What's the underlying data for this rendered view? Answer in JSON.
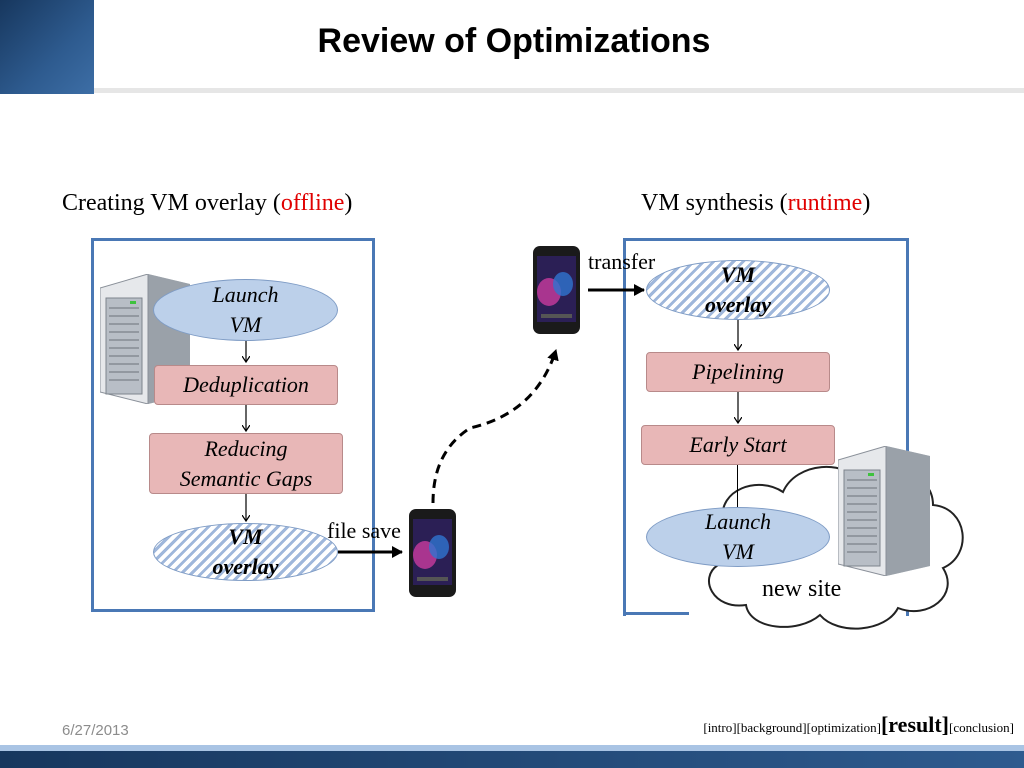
{
  "slide": {
    "title": "Review of Optimizations",
    "date": "6/27/2013"
  },
  "left_panel": {
    "caption_prefix": "Creating VM overlay (",
    "caption_highlight": "offline",
    "caption_suffix": ")",
    "launch_vm": "Launch\nVM",
    "deduplication": "Deduplication",
    "reducing_gaps": "Reducing\nSemantic Gaps",
    "vm_overlay": "VM\noverlay"
  },
  "right_panel": {
    "caption_prefix": "VM synthesis (",
    "caption_highlight": "runtime",
    "caption_suffix": ")",
    "vm_overlay": "VM\noverlay",
    "pipelining": "Pipelining",
    "early_start": "Early Start",
    "launch_vm": "Launch\nVM",
    "new_site": "new site"
  },
  "labels": {
    "file_save": "file save",
    "transfer": "transfer"
  },
  "nav": {
    "intro": "[intro]",
    "background": "[background]",
    "optimization": "[optimization]",
    "result": "[result]",
    "conclusion": "[conclusion]"
  },
  "colors": {
    "highlight": "#e00000",
    "panel_border": "#4a78b5",
    "ellipse_fill": "#bcd0ea",
    "rect_fill": "#e8b7b7"
  },
  "icons": [
    "server-icon",
    "smartphone-icon",
    "cloud-icon"
  ]
}
